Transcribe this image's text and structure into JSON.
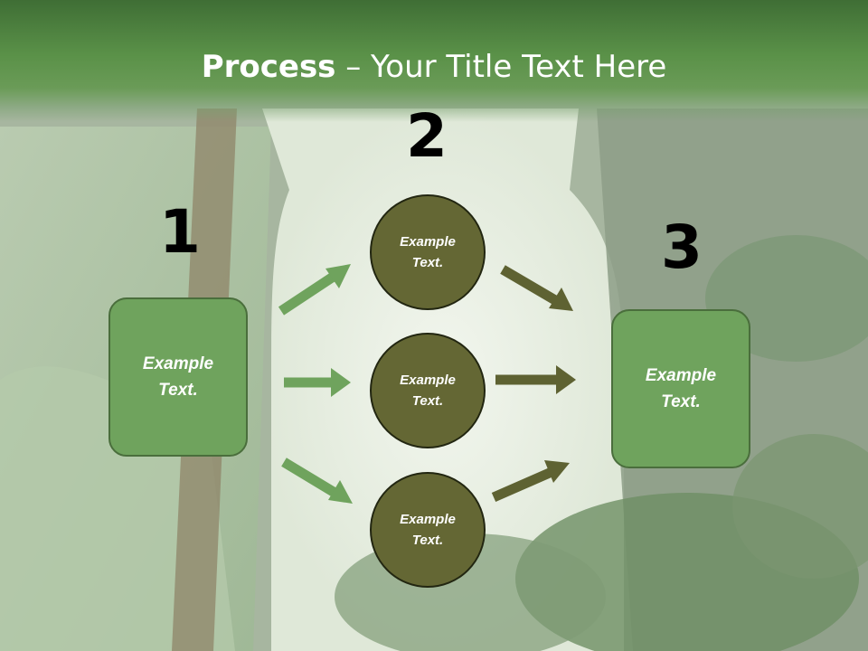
{
  "title": {
    "bold": "Process",
    "rest": " – Your Title Text Here"
  },
  "steps": {
    "one": {
      "number": "1",
      "box_text": "Example Text."
    },
    "two": {
      "number": "2",
      "circles": [
        "Example Text.",
        "Example Text.",
        "Example Text."
      ]
    },
    "three": {
      "number": "3",
      "box_text": "Example Text."
    }
  },
  "colors": {
    "title_band": "#5a9148",
    "box_fill": "#6fa35d",
    "circle_fill": "#646734",
    "arrow_light": "#6fa35d",
    "arrow_dark": "#5e6232"
  }
}
